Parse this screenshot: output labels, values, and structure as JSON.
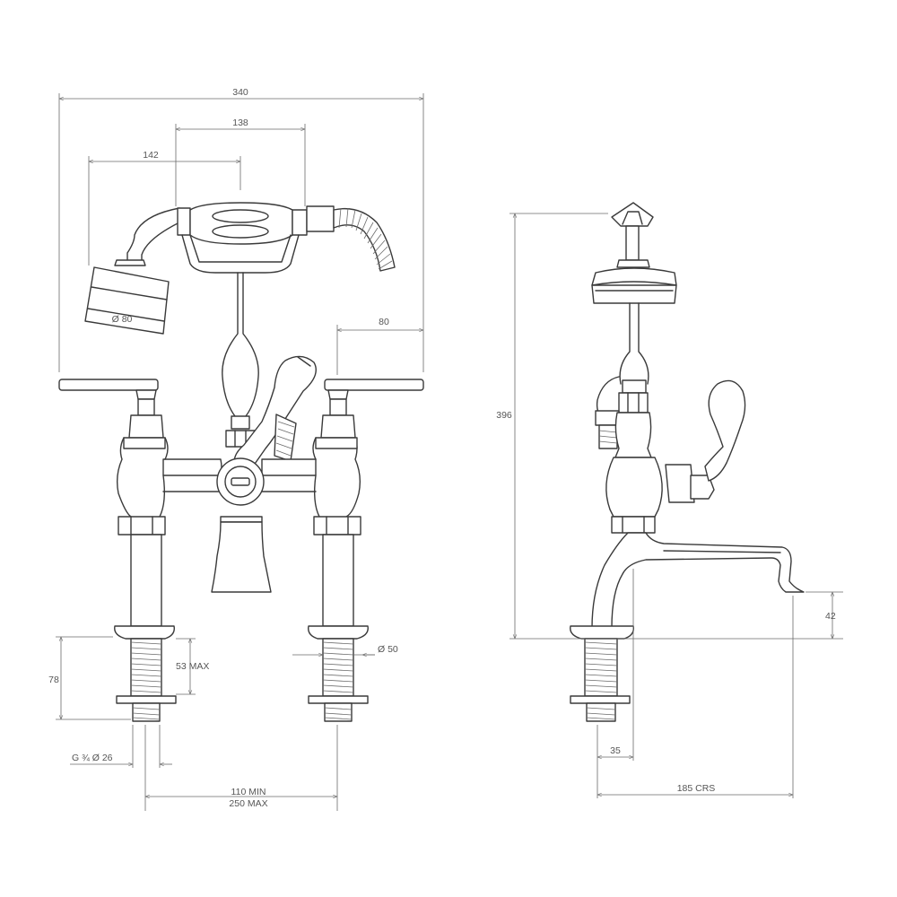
{
  "colors": {
    "line": "#3a3a3a",
    "dimension": "#6a6a6a",
    "text": "#555555",
    "background": "#ffffff"
  },
  "views": {
    "front": {
      "dims": {
        "overall_width": "340",
        "hose_span": "138",
        "handset_offset": "142",
        "shower_head_dia": "Ø 80",
        "handle_offset": "80",
        "shank_length": "78",
        "shank_thread_max": "53 MAX",
        "shank_dia": "Ø 50",
        "thread_spec": "G ¾  Ø 26",
        "centres_min": "110 MIN",
        "centres_max": "250 MAX"
      }
    },
    "side": {
      "dims": {
        "overall_height": "396",
        "spout_height": "42",
        "shank_offset": "35",
        "spout_reach": "185 CRS"
      }
    }
  }
}
